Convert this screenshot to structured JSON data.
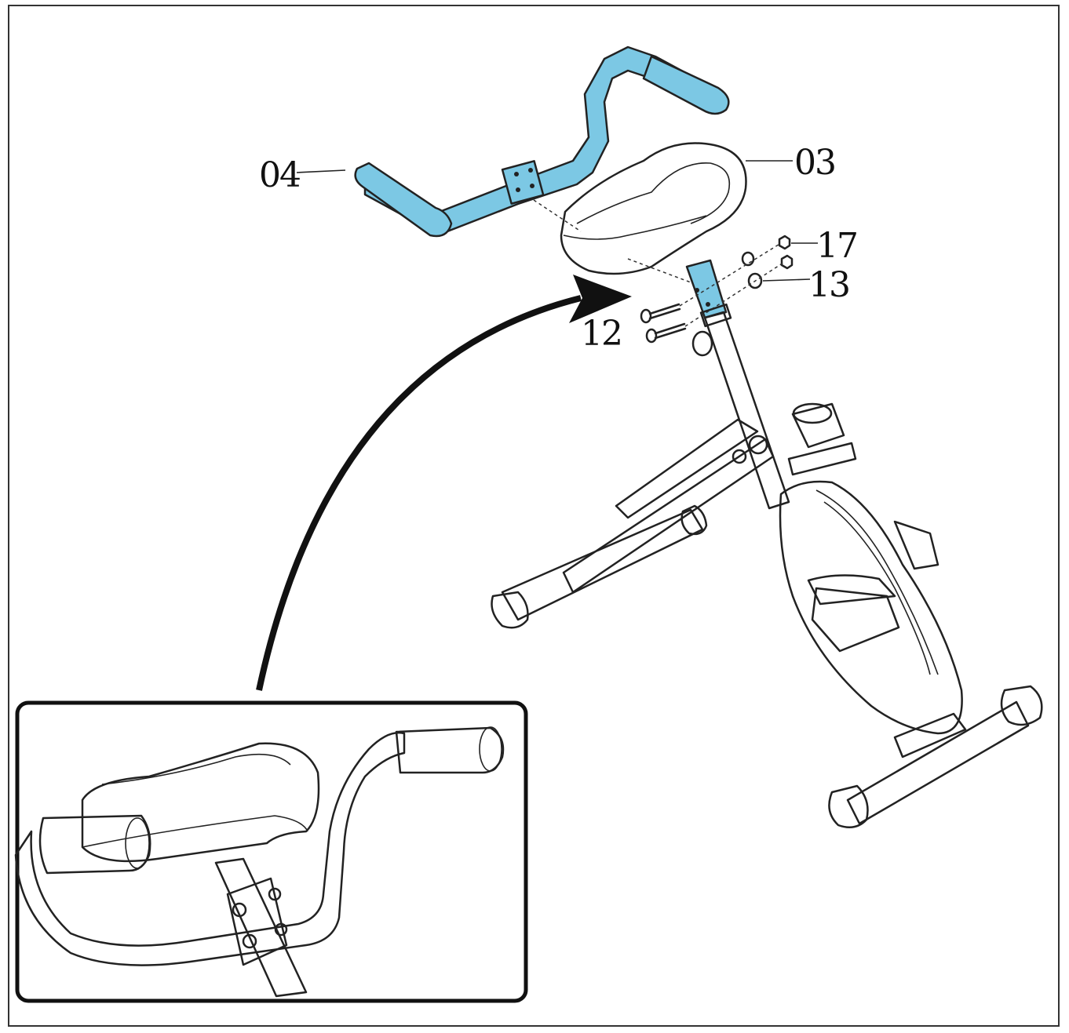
{
  "labels": {
    "handlebar": "04",
    "seat": "03",
    "nut": "17",
    "washer": "13",
    "bolt": "12"
  },
  "colors": {
    "highlight": "#7cc8e4",
    "line": "#222222",
    "arrow": "#111111",
    "background": "#ffffff"
  }
}
